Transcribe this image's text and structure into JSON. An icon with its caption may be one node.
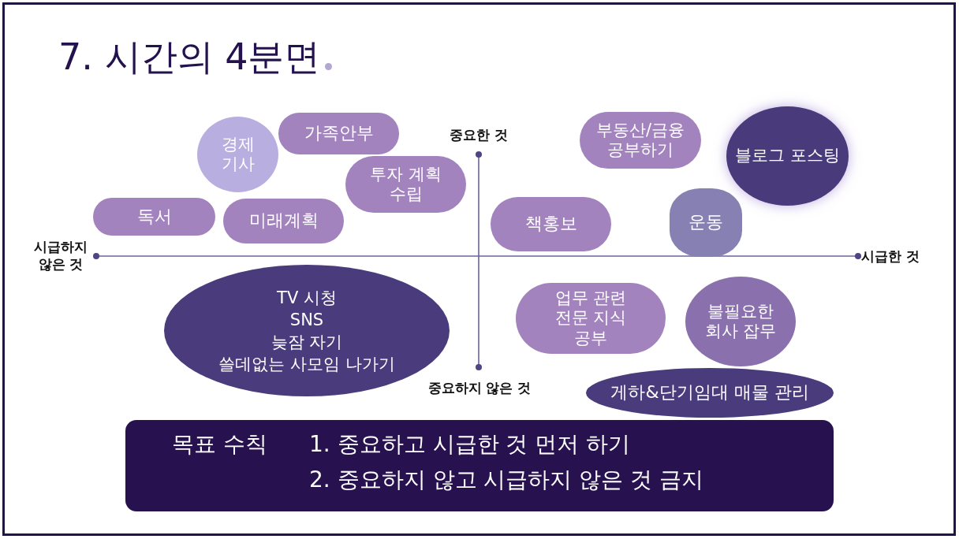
{
  "diagram": {
    "title": "7. 시간의 4분면",
    "nodes": [
      {
        "text": [
          "경제 기사"
        ]
      },
      {
        "text": [
          "가족안부"
        ]
      },
      {
        "text": [
          "투자 계획 수립"
        ]
      },
      {
        "text": [
          "독서"
        ]
      },
      {
        "text": [
          "미래계획"
        ]
      },
      {
        "text": [
          "부동산/금융 공부하기"
        ]
      },
      {
        "text": [
          "블로그 포스팅"
        ]
      },
      {
        "text": [
          "책홍보"
        ]
      },
      {
        "text": [
          "운동"
        ]
      },
      {
        "text": [
          "TV 시청",
          "SNS",
          "늦잠 자기",
          "쓸데없는 사모임 나가기"
        ]
      },
      {
        "text": [
          "업무 관련 전문 지식 공부"
        ]
      },
      {
        "text": [
          "불필요한 회사 잡무"
        ]
      },
      {
        "text": [
          "게하&단기임대 매물 관리"
        ]
      },
      {
        "text": [
          "목표 수칙",
          "1. 중요하고 시급한 것 먼저 하기",
          "2. 중요하지 않고 시급하지 않은 것 금지"
        ]
      }
    ],
    "labels": [
      "중요한 것",
      "시급하지 않은 것",
      "시급한 것",
      "중요하지 않은 것"
    ]
  }
}
